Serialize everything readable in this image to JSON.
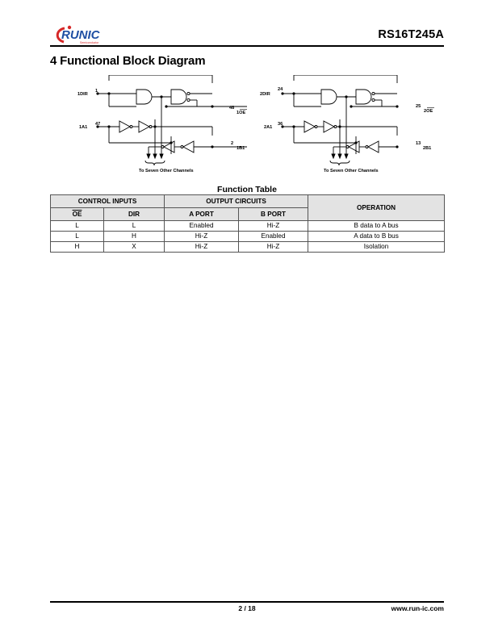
{
  "header": {
    "logo_text": "RUNIC",
    "logo_subtext": "Semiconductor",
    "doc_id": "RS16T245A"
  },
  "section_title": "4 Functional Block Diagram",
  "diagram": {
    "left": {
      "dir_label": "1DIR",
      "dir_pin": "1",
      "oe_pin": "48",
      "oe_label": "1OE",
      "a_label": "1A1",
      "a_pin": "47",
      "b_pin": "2",
      "b_label": "1B1",
      "note": "To Seven Other Channels"
    },
    "right": {
      "dir_label": "2DIR",
      "dir_pin": "24",
      "oe_pin": "25",
      "oe_label": "2OE",
      "a_label": "2A1",
      "a_pin": "36",
      "b_pin": "13",
      "b_label": "2B1",
      "note": "To Seven Other Channels"
    }
  },
  "function_table": {
    "title": "Function Table",
    "group_headers": {
      "control": "CONTROL INPUTS",
      "output": "OUTPUT CIRCUITS",
      "operation": "OPERATION"
    },
    "sub_headers": {
      "oe": "OE",
      "dir": "DIR",
      "a_port": "A PORT",
      "b_port": "B PORT"
    },
    "rows": [
      {
        "oe": "L",
        "dir": "L",
        "a_port": "Enabled",
        "b_port": "Hi-Z",
        "operation": "B data to A bus"
      },
      {
        "oe": "L",
        "dir": "H",
        "a_port": "Hi-Z",
        "b_port": "Enabled",
        "operation": "A data to B bus"
      },
      {
        "oe": "H",
        "dir": "X",
        "a_port": "Hi-Z",
        "b_port": "Hi-Z",
        "operation": "Isolation"
      }
    ]
  },
  "footer": {
    "page": "2 / 18",
    "website": "www.run-ic.com"
  },
  "colors": {
    "logo_red": "#d62828",
    "logo_blue": "#1f4fa3",
    "table_header_bg": "#e3e3e3"
  }
}
